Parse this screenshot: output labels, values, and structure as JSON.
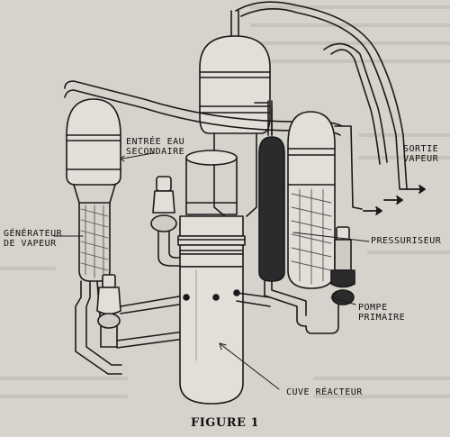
{
  "labels": {
    "entree_eau": "ENTRÉE EAU\nSECONDAIRE",
    "sortie_vapeur": "SORTIE\nVAPEUR",
    "generateur": "GÉNÉRATEUR\nDE VAPEUR",
    "pressuriseur": "PRESSURISEUR",
    "pompe": "POMPE\nPRIMAIRE",
    "cuve": "CUVE RÉACTEUR"
  },
  "caption": "FIGURE 1",
  "colors": {
    "background": "#d6d3cc",
    "ink": "#1a1a1a",
    "dark_fill": "#2b2b2b"
  }
}
